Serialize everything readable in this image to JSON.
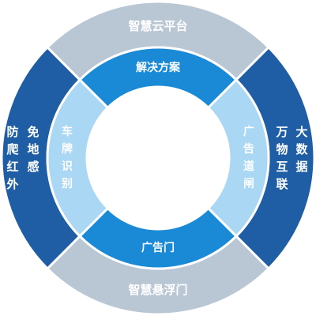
{
  "colors": {
    "gray": "#b9c6d3",
    "navy": "#1f5da4",
    "blue": "#1a8ad7",
    "light": "#a9d7f4",
    "text": "#ffffff"
  },
  "outer_ring": {
    "top": "智慧云平台",
    "bottom": "智慧悬浮门",
    "left_col1": "防爬红外",
    "left_col2": "免地感",
    "right_col1": "大数据",
    "right_col2": "万物互联"
  },
  "inner_ring": {
    "top": "解决方案",
    "bottom": "广告门",
    "left": "车牌识别",
    "right": "广告道闸"
  }
}
